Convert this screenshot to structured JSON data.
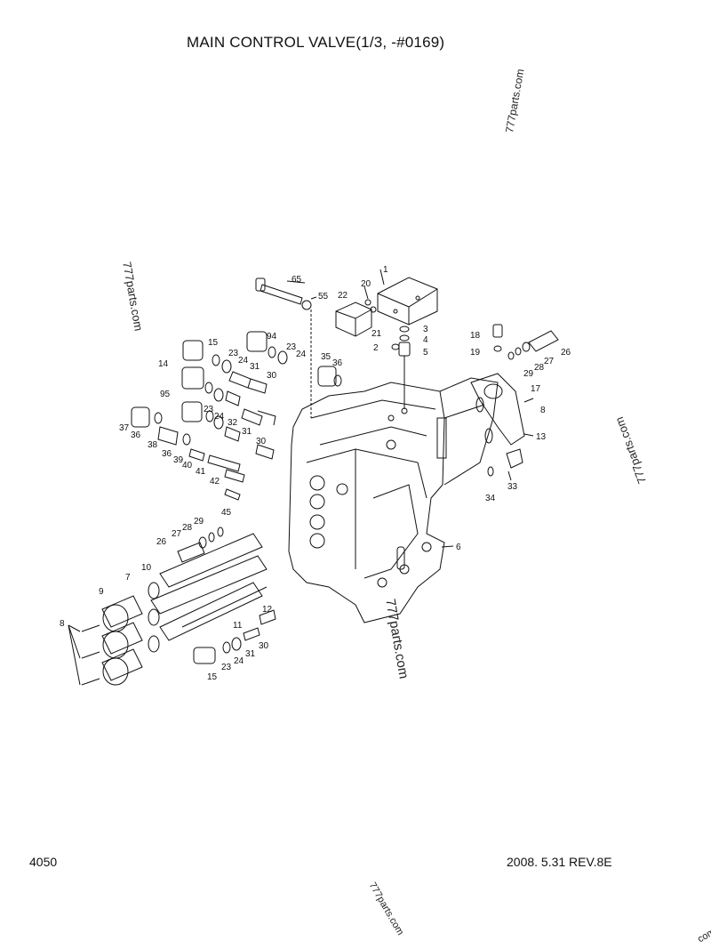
{
  "title": "MAIN CONTROL VALVE(1/3, -#0169)",
  "footer": {
    "page_no": "4050",
    "date_rev": "2008. 5.31  REV.8E"
  },
  "watermark": "777parts.com",
  "watermark_partial": "com",
  "callouts": {
    "c1": "1",
    "c20": "20",
    "c22": "22",
    "c21": "21",
    "c3": "3",
    "c4": "4",
    "c2": "2",
    "c5": "5",
    "c65": "65",
    "c55": "55",
    "c18": "18",
    "c19": "19",
    "c26r": "26",
    "c27r": "27",
    "c28r": "28",
    "c29r": "29",
    "c17": "17",
    "c8r": "8",
    "c13": "13",
    "c33": "33",
    "c34": "34",
    "c6": "6",
    "c94": "94",
    "c15a": "15",
    "c23a": "23",
    "c24a": "24",
    "c23b": "23",
    "c24b": "24",
    "c31a": "31",
    "c35": "35",
    "c36a": "36",
    "c14": "14",
    "c30a": "30",
    "c95": "95",
    "c23c": "23",
    "c24c": "24",
    "c32": "32",
    "c31b": "31",
    "c30b": "30",
    "c37": "37",
    "c36b": "36",
    "c38": "38",
    "c36c": "36",
    "c39": "39",
    "c40": "40",
    "c41": "41",
    "c42": "42",
    "c45": "45",
    "c29l": "29",
    "c28l": "28",
    "c27l": "27",
    "c26l": "26",
    "c10": "10",
    "c7": "7",
    "c9": "9",
    "c8l": "8",
    "c11": "11",
    "c12": "12",
    "c30c": "30",
    "c31c": "31",
    "c24d": "24",
    "c23d": "23",
    "c15b": "15"
  }
}
